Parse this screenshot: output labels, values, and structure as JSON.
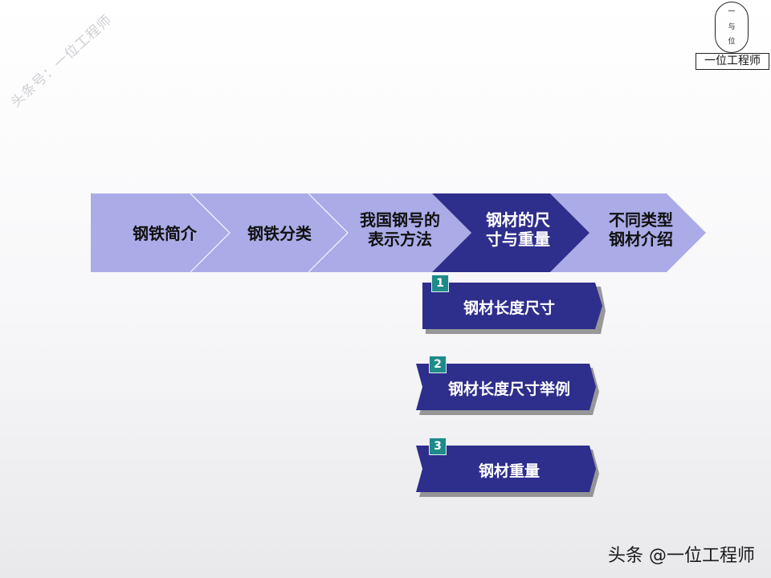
{
  "watermark": "头条号：一位工程师",
  "logo": {
    "chars": [
      "一",
      "与",
      "位"
    ],
    "label": "一位工程师"
  },
  "chevrons": [
    {
      "label": "钢铁简介",
      "active": false
    },
    {
      "label": "钢铁分类",
      "active": false
    },
    {
      "label": "我国钢号的表示方法",
      "lines": [
        "我国钢号的",
        "表示方法"
      ],
      "active": false
    },
    {
      "label": "钢材的尺寸与重量",
      "lines": [
        "钢材的尺",
        "寸与重量"
      ],
      "active": true
    },
    {
      "label": "不同类型钢材介绍",
      "lines": [
        "不同类型",
        "钢材介绍"
      ],
      "active": false
    }
  ],
  "sub_items": [
    {
      "number": "1",
      "label": "钢材长度尺寸"
    },
    {
      "number": "2",
      "label": "钢材长度尺寸举例"
    },
    {
      "number": "3",
      "label": "钢材重量"
    }
  ],
  "colors": {
    "chevron_light": "#ababe8",
    "chevron_dark": "#2e2e8c",
    "badge": "#1f8a8a"
  },
  "footer_watermark": "头条 @一位工程师"
}
